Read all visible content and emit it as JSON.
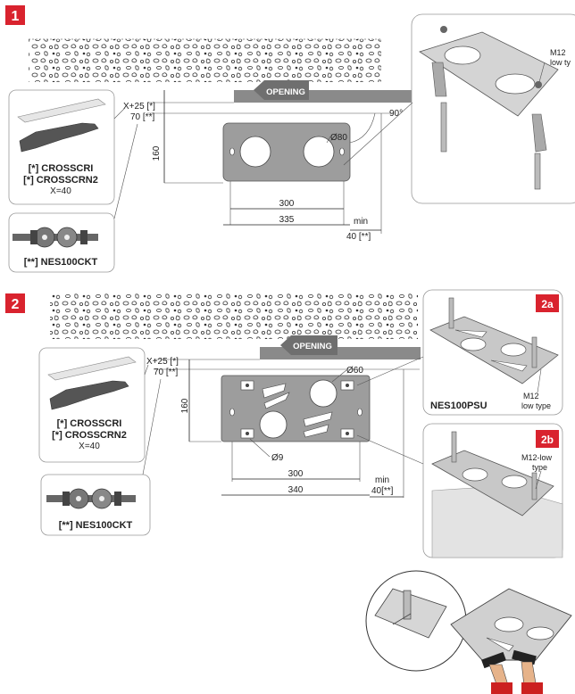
{
  "step1": {
    "number": "1",
    "opening_label": "OPENING",
    "dim_x": "X+25 [*]",
    "dim_70": "70 [**]",
    "dim_160": "160",
    "dim_hole": "Ø80",
    "angle": "90°",
    "dim_300": "300",
    "dim_335": "335",
    "dim_min": "min",
    "dim_40": "40 [**]",
    "rack_label_1": "[*] CROSSCRI",
    "rack_label_2": "[*] CROSSCRN2",
    "rack_x": "X=40",
    "chain_label": "[**] NES100CKT",
    "bolt_label_1": "M12",
    "bolt_label_2": "low ty"
  },
  "step2": {
    "number": "2",
    "opening_label": "OPENING",
    "dim_x": "X+25 [*]",
    "dim_70": "70 [**]",
    "dim_160": "160",
    "dim_hole": "Ø60",
    "dim_slot": "Ø9",
    "dim_300": "300",
    "dim_340": "340",
    "dim_min": "min",
    "dim_40": "40[**]",
    "rack_label_1": "[*] CROSSCRI",
    "rack_label_2": "[*] CROSSCRN2",
    "rack_x": "X=40",
    "chain_label": "[**] NES100CKT",
    "detail_a_tag": "2a",
    "detail_a_name": "NES100PSU",
    "detail_a_bolt_1": "M12",
    "detail_a_bolt_2": "low type",
    "detail_b_tag": "2b",
    "detail_b_bolt_1": "M12-low",
    "detail_b_bolt_2": "type"
  },
  "colors": {
    "accent_red": "#d9232e",
    "plate_gray": "#9d9d9d",
    "rail_gray": "#8a8a8a"
  }
}
